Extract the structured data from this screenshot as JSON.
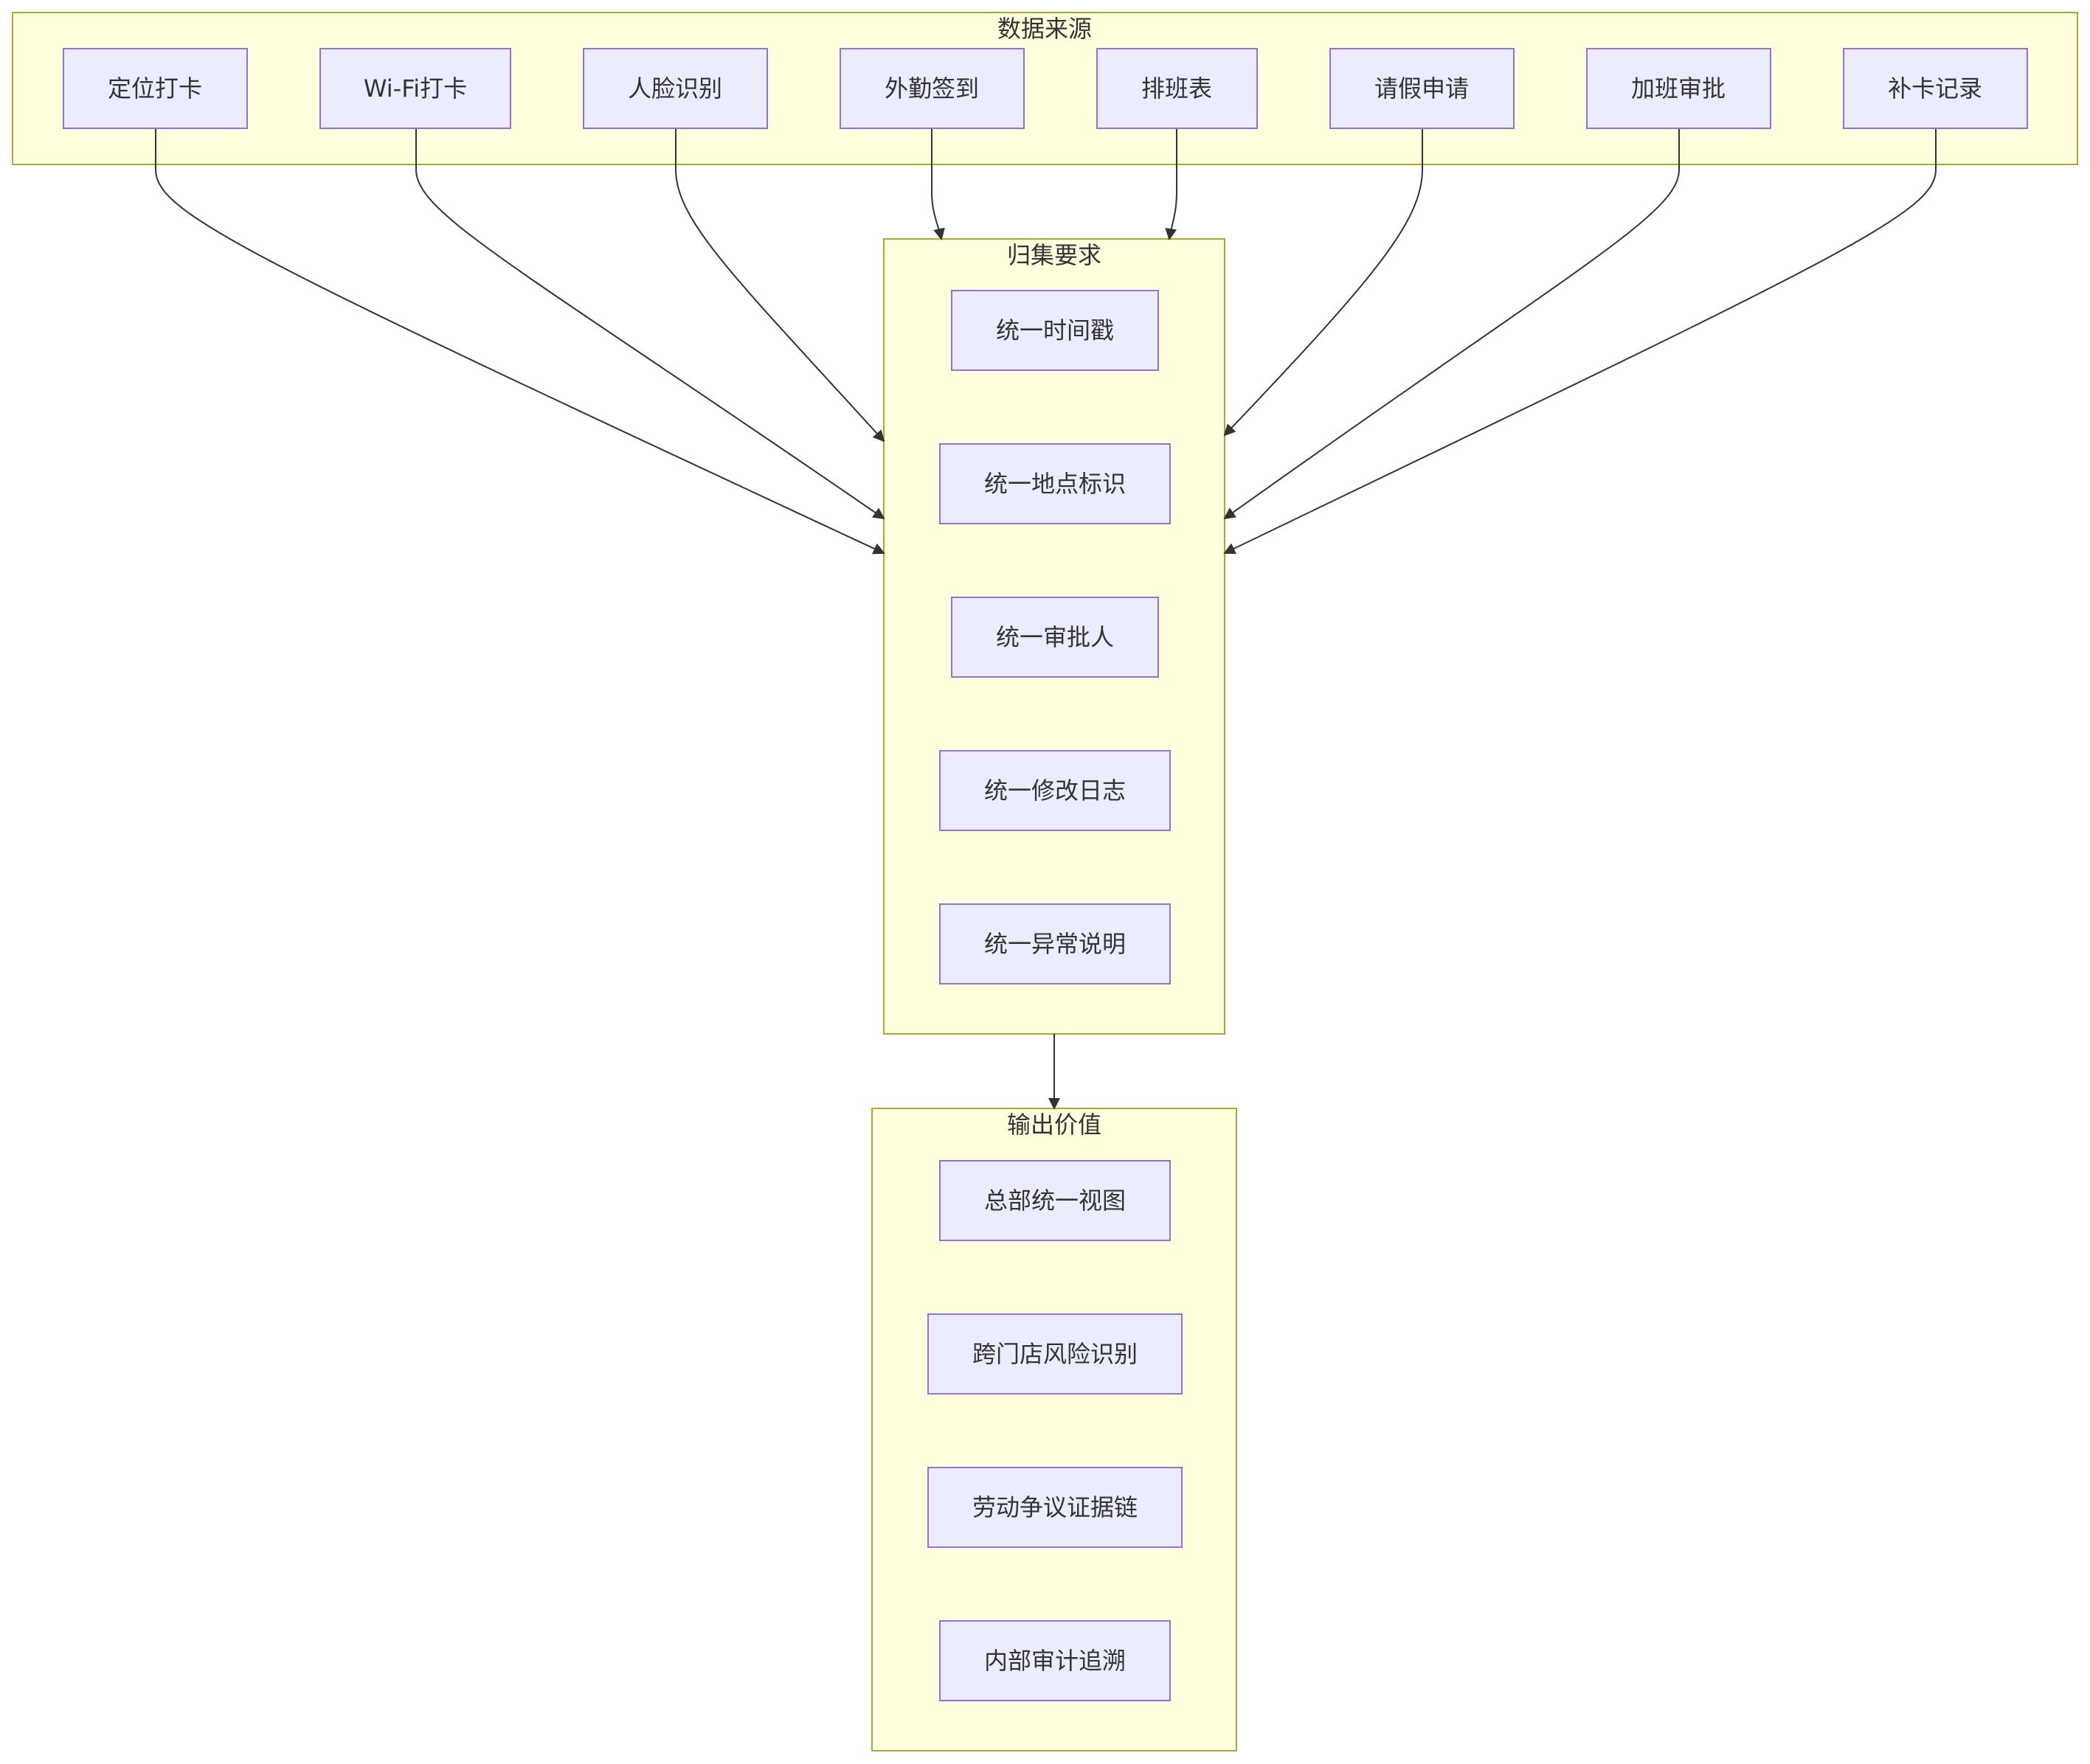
{
  "diagram": {
    "type": "flowchart",
    "colors": {
      "cluster_fill": "#ffffde",
      "cluster_border": "#aaaa33",
      "node_fill": "#ececff",
      "node_border": "#9370db",
      "text": "#333333",
      "edge": "#333333"
    },
    "clusters": {
      "sources": {
        "title": "数据来源",
        "nodes": [
          "定位打卡",
          "Wi-Fi打卡",
          "人脸识别",
          "外勤签到",
          "排班表",
          "请假申请",
          "加班审批",
          "补卡记录"
        ]
      },
      "requirements": {
        "title": "归集要求",
        "nodes": [
          "统一时间戳",
          "统一地点标识",
          "统一审批人",
          "统一修改日志",
          "统一异常说明"
        ]
      },
      "outputs": {
        "title": "输出价值",
        "nodes": [
          "总部统一视图",
          "跨门店风险识别",
          "劳动争议证据链",
          "内部审计追溯"
        ]
      }
    },
    "edges": [
      {
        "from": "定位打卡",
        "to": "归集要求"
      },
      {
        "from": "Wi-Fi打卡",
        "to": "归集要求"
      },
      {
        "from": "人脸识别",
        "to": "归集要求"
      },
      {
        "from": "外勤签到",
        "to": "归集要求"
      },
      {
        "from": "排班表",
        "to": "归集要求"
      },
      {
        "from": "请假申请",
        "to": "归集要求"
      },
      {
        "from": "加班审批",
        "to": "归集要求"
      },
      {
        "from": "补卡记录",
        "to": "归集要求"
      },
      {
        "from": "归集要求",
        "to": "输出价值"
      }
    ]
  }
}
